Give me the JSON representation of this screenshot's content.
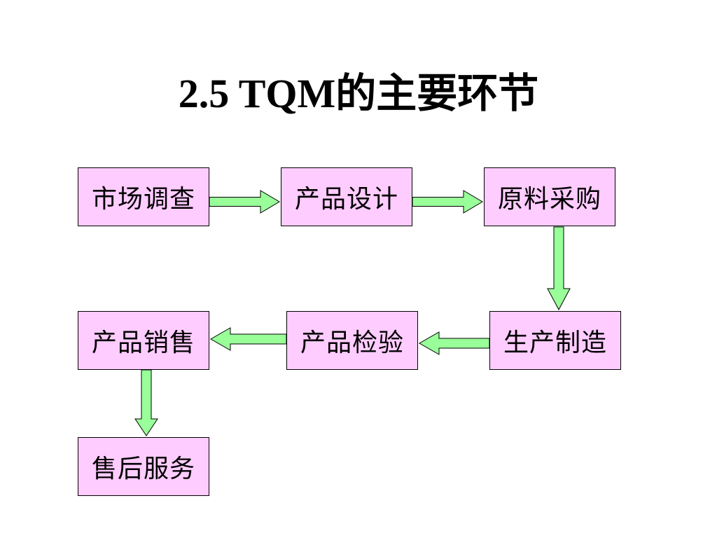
{
  "title": "2.5 TQM的主要环节",
  "colors": {
    "box_fill": "#ffccff",
    "arrow_fill": "#99ff99",
    "border": "#000000"
  },
  "steps": {
    "market_research": "市场调查",
    "product_design": "产品设计",
    "material_purchase": "原料采购",
    "production": "生产制造",
    "inspection": "产品检验",
    "sales": "产品销售",
    "after_sales": "售后服务"
  }
}
